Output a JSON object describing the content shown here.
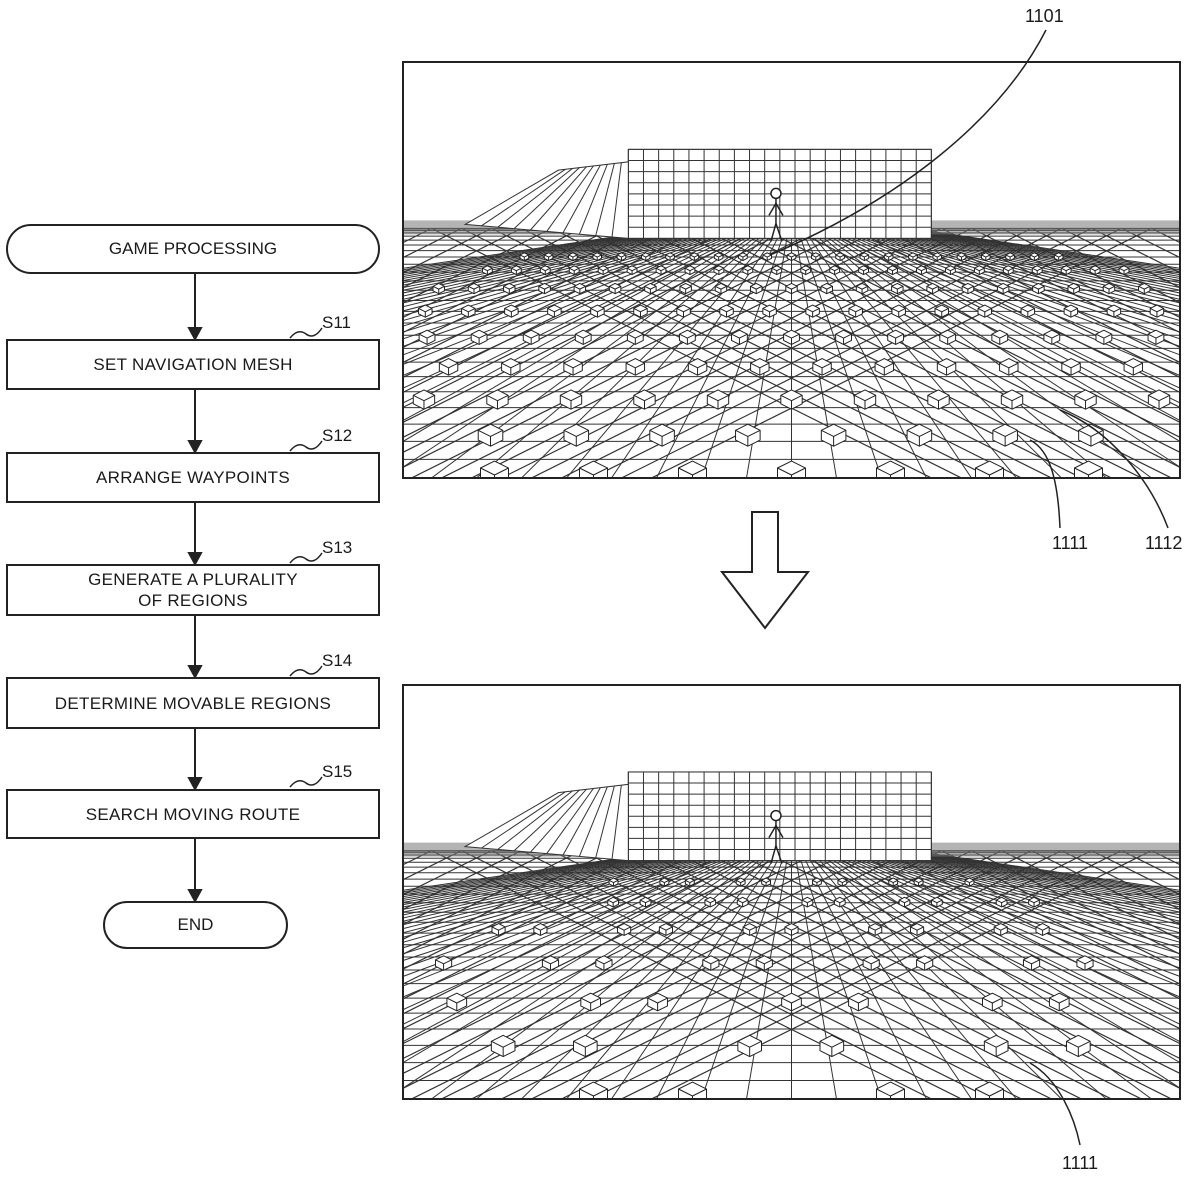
{
  "flowchart": {
    "start_label": "GAME PROCESSING",
    "steps": [
      {
        "id": "S11",
        "label": "SET NAVIGATION MESH"
      },
      {
        "id": "S12",
        "label": "ARRANGE WAYPOINTS"
      },
      {
        "id": "S13",
        "label_line1": "GENERATE A PLURALITY",
        "label_line2": "OF REGIONS"
      },
      {
        "id": "S14",
        "label": "DETERMINE MOVABLE REGIONS"
      },
      {
        "id": "S15",
        "label": "SEARCH MOVING ROUTE"
      }
    ],
    "end_label": "END"
  },
  "reference_numerals": {
    "character": "1101",
    "waypoint": "1111",
    "region": "1112",
    "waypoint_bottom": "1111"
  },
  "colors": {
    "line": "#222222",
    "mesh": "#444444",
    "background": "#ffffff"
  }
}
